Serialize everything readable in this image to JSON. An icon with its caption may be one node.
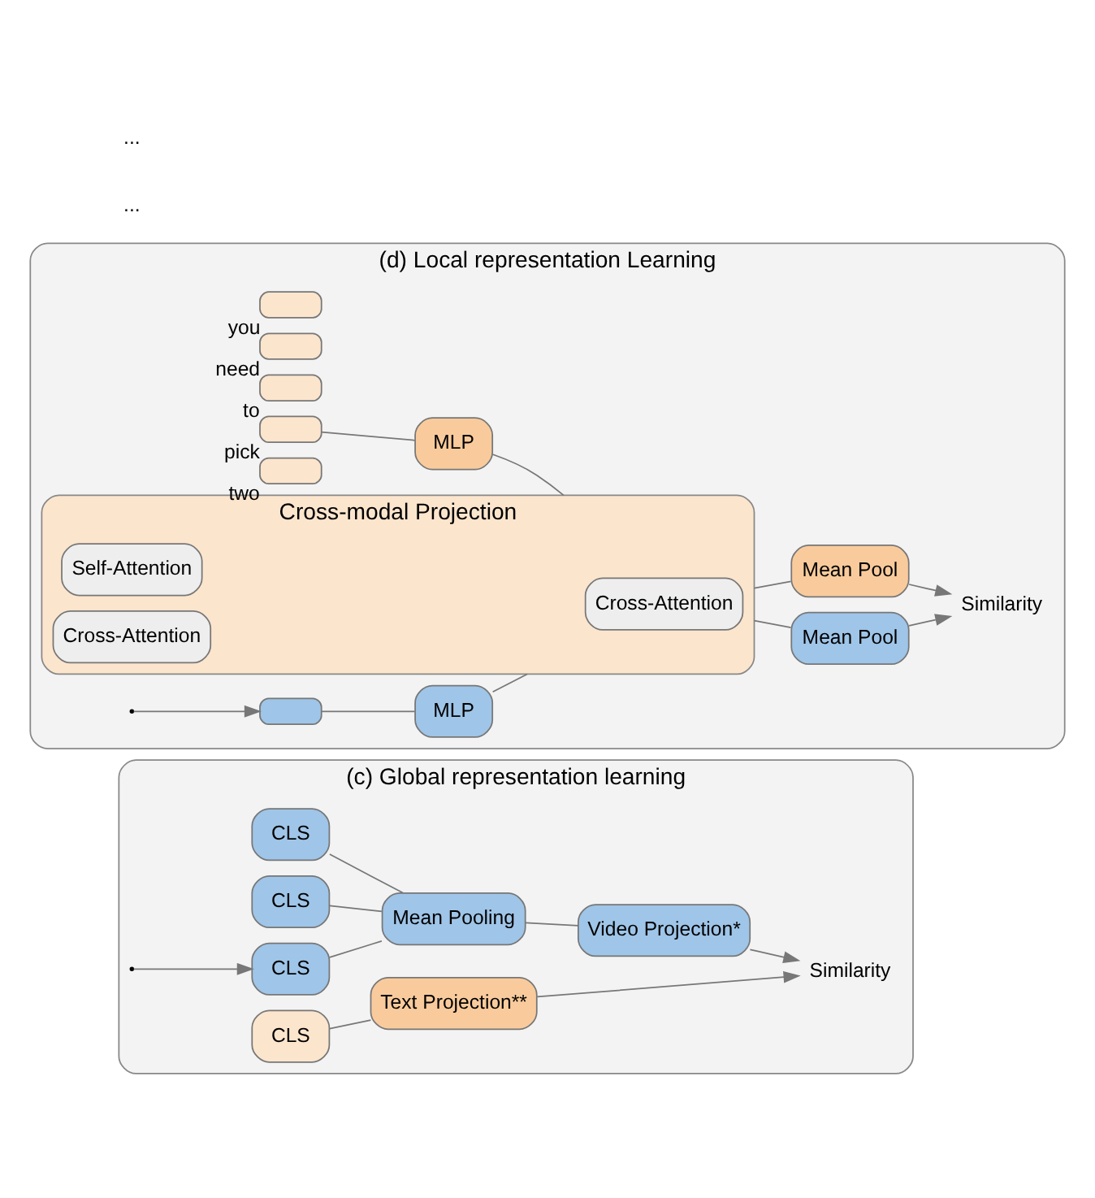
{
  "diagram": {
    "nodes": [
      {
        "text": [
          "(c) Global representation learning"
        ]
      },
      {
        "text": [
          "CLS"
        ],
        "in": 0
      },
      {
        "text": [
          "CLS"
        ],
        "in": 0
      },
      {
        "text": [
          "CLS"
        ],
        "in": 0
      },
      {
        "text": [
          "Mean Pooling"
        ],
        "in": 0
      },
      {
        "text": [
          "Video Projection*"
        ],
        "in": 0
      },
      {
        "text": [
          "CLS"
        ],
        "in": 0
      },
      {
        "text": [
          "Text Projection**"
        ],
        "in": 0
      },
      {
        "text": [
          "Similarity"
        ],
        "in": 0
      },
      {
        "text": [
          "(d) Local representation Learning"
        ]
      },
      {
        "text": [],
        "shape": "box",
        "in": 9
      },
      {
        "text": [
          "MLP"
        ],
        "in": 9
      },
      {
        "text": [],
        "shape": "box",
        "beside": [
          "you"
        ],
        "in": 9
      },
      {
        "text": [],
        "shape": "box",
        "beside": [
          "need"
        ],
        "in": 9
      },
      {
        "text": [],
        "shape": "box",
        "beside": [
          "to"
        ],
        "in": 9
      },
      {
        "text": [],
        "shape": "box",
        "beside": [
          "pick"
        ],
        "in": 9
      },
      {
        "text": [],
        "shape": "box",
        "beside": [
          "two"
        ],
        "in": 9
      },
      {
        "text": [
          "MLP"
        ],
        "in": 9
      },
      {
        "text": [
          "Cross-modal Projection"
        ],
        "in": 9
      },
      {
        "text": [
          "Cross-Attention"
        ],
        "in": 18
      },
      {
        "text": [
          "Self-Attention"
        ],
        "in": 18
      },
      {
        "text": [
          "Cross-Attention"
        ],
        "in": 18
      },
      {
        "text": [
          "Mean Pool"
        ],
        "in": 9
      },
      {
        "text": [
          "Mean Pool"
        ],
        "in": 9
      },
      {
        "text": [
          "Similarity"
        ],
        "in": 9
      }
    ],
    "edges": [
      {
        "from": 1,
        "to": 4,
        "arrow": "none"
      },
      {
        "from": 2,
        "to": 4,
        "arrow": "none"
      },
      {
        "from": 3,
        "to": 4,
        "arrow": "none"
      },
      {
        "from": 4,
        "to": 5,
        "arrow": "none"
      },
      {
        "from": 6,
        "to": 7,
        "arrow": "none"
      },
      {
        "from": 5,
        "to": 8,
        "arrow": "to"
      },
      {
        "from": 7,
        "to": 8,
        "arrow": "to"
      },
      {
        "from": null,
        "to": 3,
        "arrow": "to"
      },
      {
        "from": null,
        "to": 10,
        "arrow": "to"
      },
      {
        "from": 10,
        "to": 11,
        "arrow": "none"
      },
      {
        "from": 15,
        "to": 17,
        "arrow": "none"
      },
      {
        "from": 11,
        "to": 18,
        "arrow": "none"
      },
      {
        "from": 17,
        "to": 18,
        "arrow": "none"
      },
      {
        "from": 18,
        "to": 22,
        "arrow": "none"
      },
      {
        "from": 18,
        "to": 23,
        "arrow": "none"
      },
      {
        "from": 22,
        "to": 24,
        "arrow": "to"
      },
      {
        "from": 23,
        "to": 24,
        "arrow": "to"
      }
    ],
    "labels": [
      "...",
      "..."
    ]
  }
}
